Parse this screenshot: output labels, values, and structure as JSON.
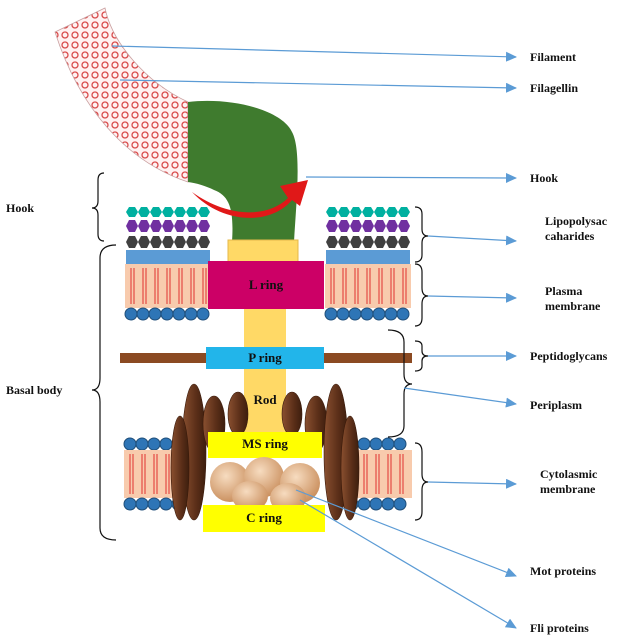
{
  "labels": {
    "filament": "Filament",
    "flagellin": "Filagellin",
    "hook_right": "Hook",
    "hook_left": "Hook",
    "lipopolysaccharides": "Lipopolysac caharides",
    "plasma_membrane": "Plasma membrane",
    "peptidoglycans": "Peptidoglycans",
    "periplasm": "Periplasm",
    "basal_body": "Basal body",
    "cytoplasmic_membrane": "Cytolasmic membrane",
    "mot_proteins": "Mot proteins",
    "fli_proteins": "Fli proteins"
  },
  "components": {
    "l_ring": "L ring",
    "p_ring": "P ring",
    "rod": "Rod",
    "ms_ring": "MS ring",
    "c_ring": "C ring"
  },
  "colors": {
    "arrow": "#5b9bd5",
    "hook": "#3f7b2e",
    "l_ring": "#cc0066",
    "p_ring": "#22b5ea",
    "peptidoglycan": "#8b4a22",
    "rod": "#ffd966",
    "ms_ring": "#ffff00",
    "membrane_fill": "#f8cbad",
    "lipid_head": "#2e75b6",
    "mot_protein": "#6b3a22",
    "fli_protein": "#e8b98a",
    "lps_cyan": "#00b0a0",
    "lps_purple": "#7030a0",
    "lps_gray": "#404040"
  }
}
